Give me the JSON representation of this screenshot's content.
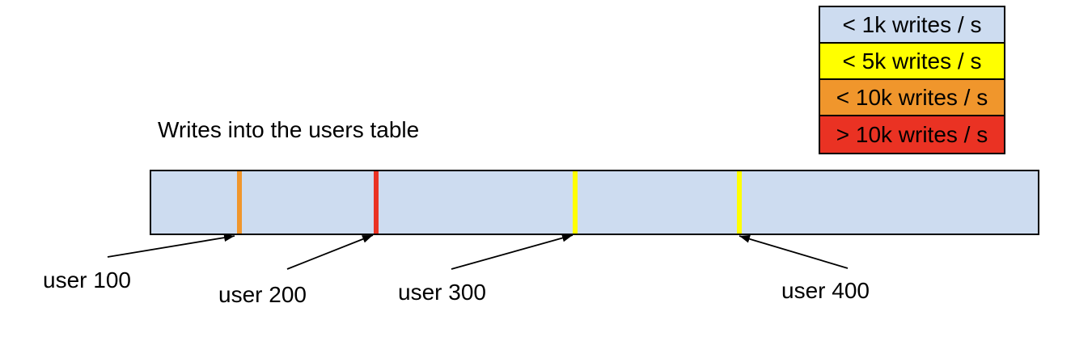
{
  "title": "Writes into the users table",
  "legend": {
    "items": [
      {
        "label": "< 1k writes / s",
        "color": "#cddcf0"
      },
      {
        "label": "< 5k writes / s",
        "color": "#ffff00"
      },
      {
        "label": "< 10k writes / s",
        "color": "#f0962c"
      },
      {
        "label": "> 10k writes / s",
        "color": "#ea3223"
      }
    ]
  },
  "bar": {
    "fill_color": "#cddcf0",
    "border_color": "#000000",
    "marks": [
      {
        "user": "user 100",
        "rate_bucket": "< 10k writes / s",
        "color": "#f0962c",
        "position_pct": 9.9
      },
      {
        "user": "user 200",
        "rate_bucket": "> 10k writes / s",
        "color": "#ea3223",
        "position_pct": 25.4
      },
      {
        "user": "user 300",
        "rate_bucket": "< 5k writes / s",
        "color": "#ffff00",
        "position_pct": 47.8
      },
      {
        "user": "user 400",
        "rate_bucket": "< 5k writes / s",
        "color": "#ffff00",
        "position_pct": 66.3
      }
    ]
  }
}
